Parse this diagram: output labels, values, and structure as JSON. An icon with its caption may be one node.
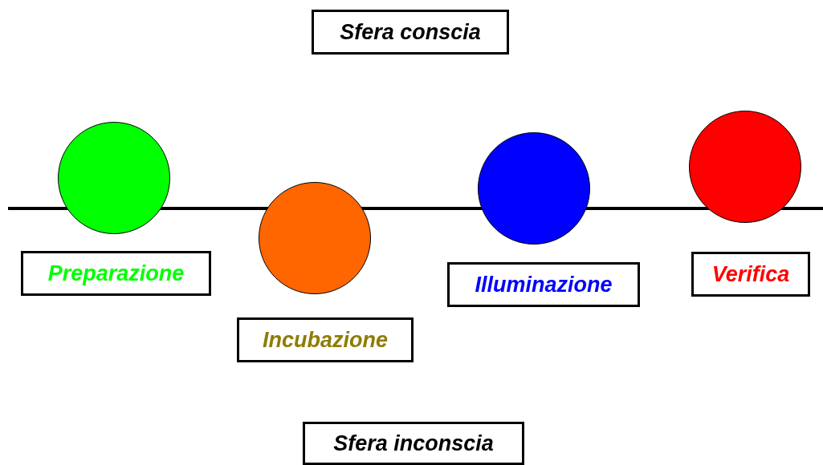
{
  "diagram": {
    "nodes": [
      {
        "text": [
          "Sfera conscia"
        ]
      },
      {
        "text": [],
        "shape": "circle"
      },
      {
        "text": [
          "Preparazione"
        ]
      },
      {
        "text": [],
        "shape": "circle"
      },
      {
        "text": [
          "Incubazione"
        ]
      },
      {
        "text": [],
        "shape": "circle"
      },
      {
        "text": [
          "Illuminazione"
        ]
      },
      {
        "text": [],
        "shape": "circle"
      },
      {
        "text": [
          "Verifica"
        ]
      },
      {
        "text": [
          "Sfera inconscia"
        ]
      }
    ],
    "edges": []
  }
}
